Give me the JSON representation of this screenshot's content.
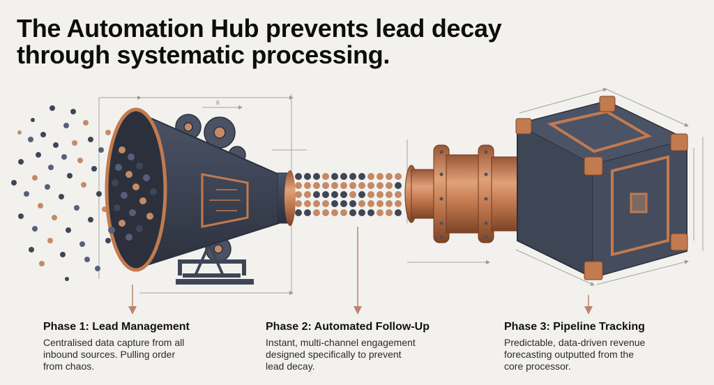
{
  "header": {
    "title_line1": "The Automation Hub prevents lead decay",
    "title_line2": "through systematic processing."
  },
  "colors": {
    "background": "#f2f1ee",
    "copper": "#c27a4f",
    "slate": "#3e4656",
    "arrow": "#b9846a",
    "dimension_lines": "#9a9a9a"
  },
  "illustration": {
    "stage1_icon": "funnel-icon",
    "stage2_icon": "pipe-icon",
    "stage3_icon": "processor-cube-icon",
    "dimension_label": "8"
  },
  "phases": [
    {
      "title": "Phase 1: Lead Management",
      "lines": [
        "Centralised data capture from all",
        "inbound sources. Pulling order",
        "from chaos."
      ]
    },
    {
      "title": "Phase 2: Automated Follow-Up",
      "lines": [
        "Instant, multi-channel engagement",
        "designed specifically to prevent",
        "lead decay."
      ]
    },
    {
      "title": "Phase 3: Pipeline Tracking",
      "lines": [
        "Predictable, data-driven revenue",
        "forecasting outputted from the",
        "core processor."
      ]
    }
  ]
}
